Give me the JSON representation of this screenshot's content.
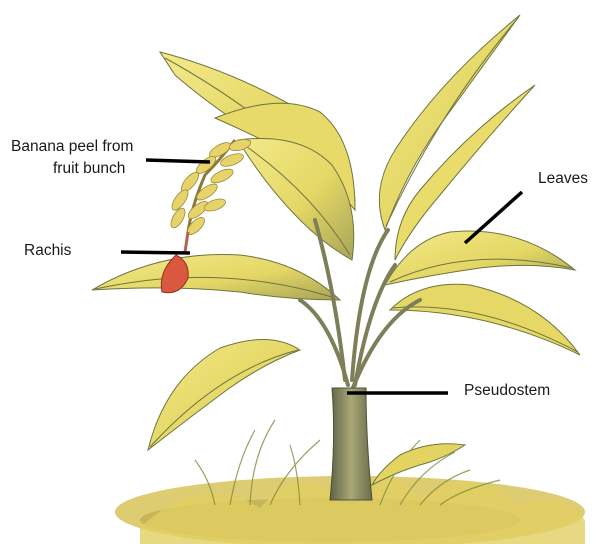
{
  "labels": {
    "banana_peel_line1": "Banana peel from",
    "banana_peel_line2": "fruit bunch",
    "rachis": "Rachis",
    "leaves": "Leaves",
    "pseudostem": "Pseudostem"
  },
  "colors": {
    "leaf_fill": "#ecdf6e",
    "leaf_shade": "#8c8f45",
    "leaf_vein": "#6f7440",
    "stem": "#7d7f58",
    "grass": "#cdb84a",
    "flower": "#d9583f",
    "pointer": "#000000"
  }
}
